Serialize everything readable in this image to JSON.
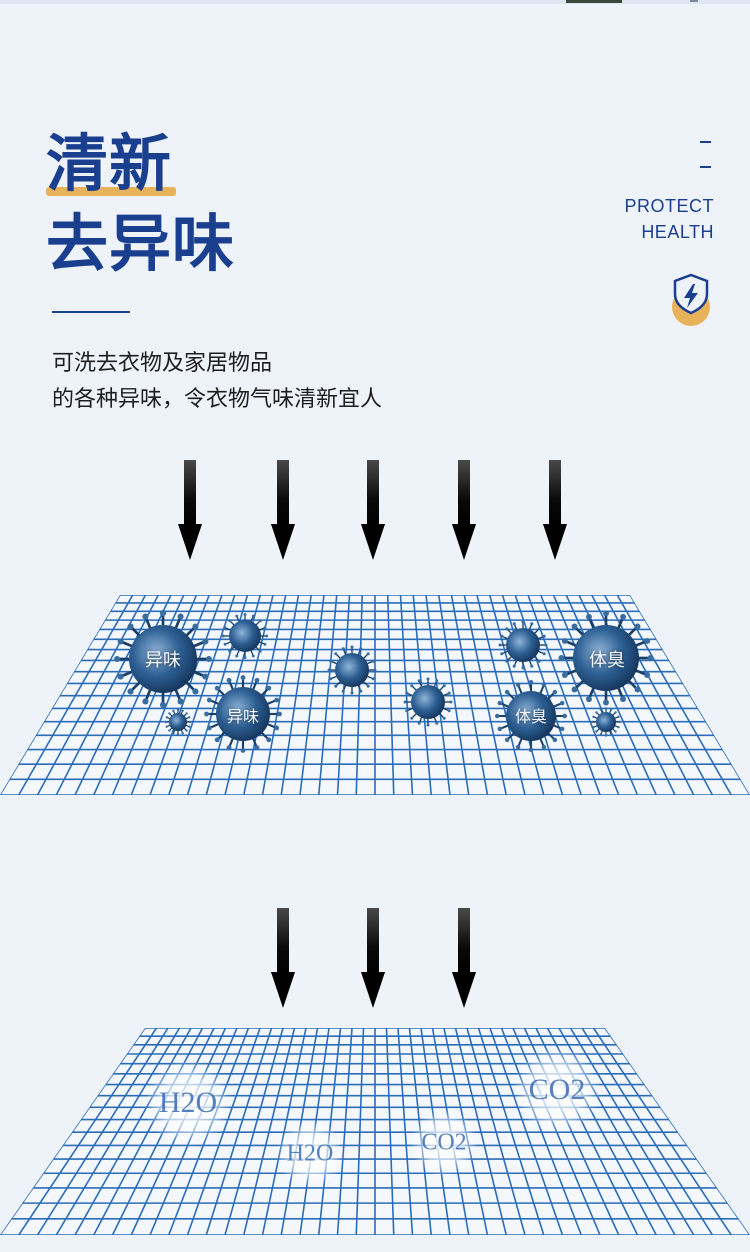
{
  "header": {
    "title_line1": "清新",
    "title_line2": "去异味",
    "description_line1": "可洗去衣物及家居物品",
    "description_line2": "的各种异味，令衣物气味清新宜人",
    "side_line1": "PROTECT",
    "side_line2": "HEALTH",
    "badge_icon": "shield-lightning-icon"
  },
  "panel1": {
    "arrow_count": 5,
    "labels": [
      "异味",
      "体臭",
      "异味",
      "体臭"
    ]
  },
  "panel2": {
    "arrow_count": 3,
    "molecules": [
      "H2O",
      "CO2",
      "H2O",
      "CO2"
    ]
  },
  "colors": {
    "brand_blue": "#1b3f8f",
    "accent_gold": "#e8b25a",
    "grid_blue": "#2b6cb8",
    "background": "#eef3fa"
  }
}
